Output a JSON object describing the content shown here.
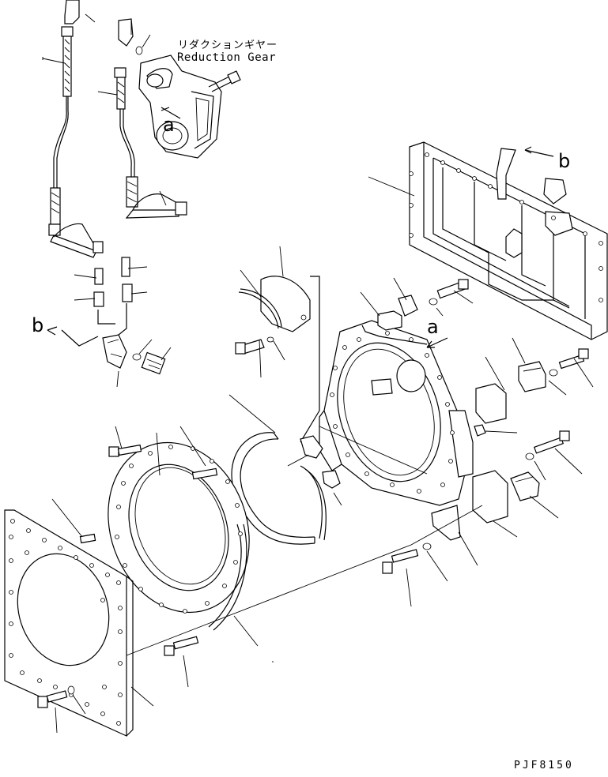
{
  "title_jp": "リダクションギヤー",
  "title_en": "Reduction Gear",
  "drawing_code": "PJF8150",
  "ref_a1": "a",
  "ref_a2": "a",
  "ref_b1": "b",
  "ref_b2": "b"
}
